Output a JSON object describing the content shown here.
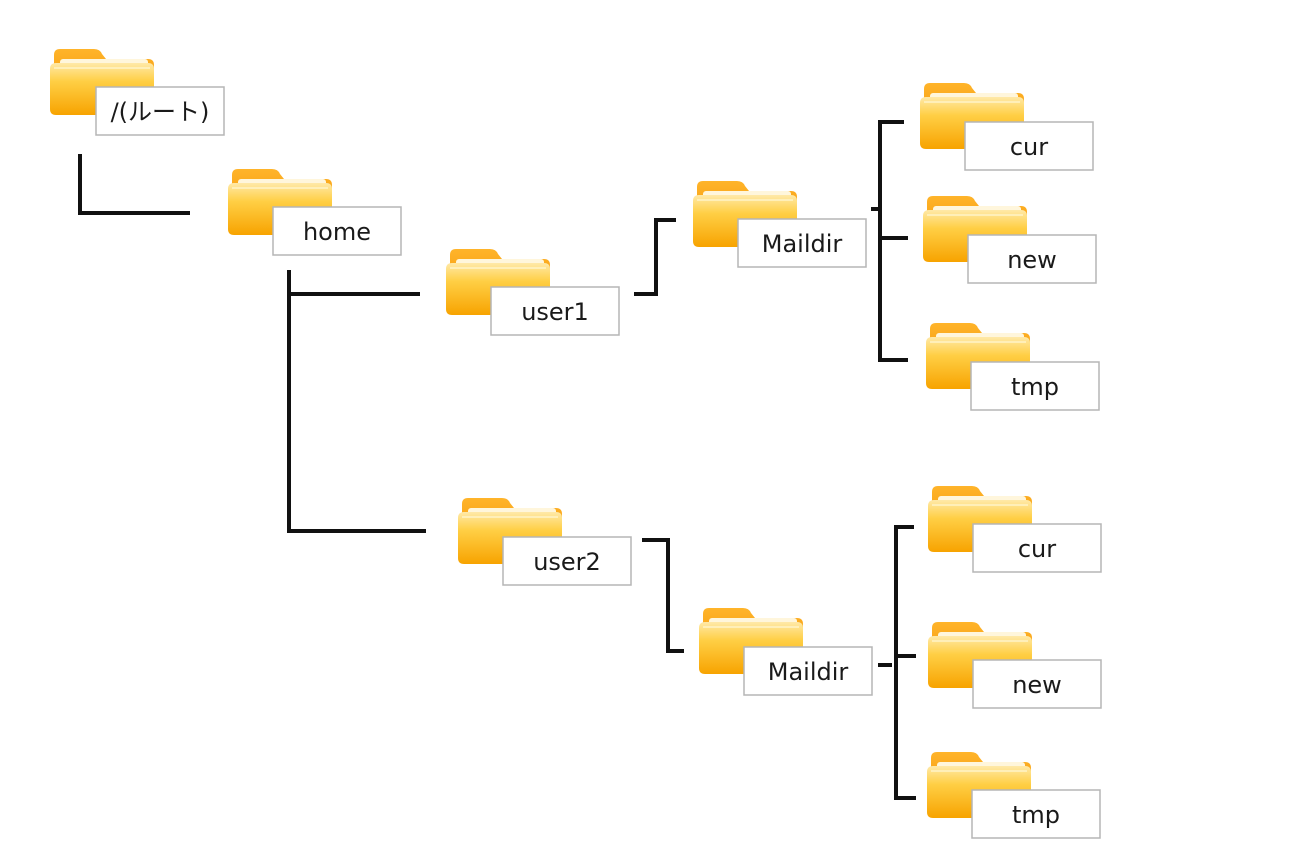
{
  "colors": {
    "folder_light": "#ffd35c",
    "folder_mid": "#ffc21a",
    "folder_dark": "#f49b00",
    "folder_tab": "#ff9e00",
    "connector": "#111111",
    "label_border": "#b5b5b5"
  },
  "tree": {
    "root": {
      "label": "/(ルート)",
      "icon": "folder-icon",
      "children": {
        "home": {
          "label": "home",
          "icon": "folder-icon",
          "children": {
            "user1": {
              "label": "user1",
              "icon": "folder-icon",
              "maildir": {
                "label": "Maildir",
                "icon": "folder-icon",
                "cur": {
                  "label": "cur",
                  "icon": "folder-icon"
                },
                "new": {
                  "label": "new",
                  "icon": "folder-icon"
                },
                "tmp": {
                  "label": "tmp",
                  "icon": "folder-icon"
                }
              }
            },
            "user2": {
              "label": "user2",
              "icon": "folder-icon",
              "maildir": {
                "label": "Maildir",
                "icon": "folder-icon",
                "cur": {
                  "label": "cur",
                  "icon": "folder-icon"
                },
                "new": {
                  "label": "new",
                  "icon": "folder-icon"
                },
                "tmp": {
                  "label": "tmp",
                  "icon": "folder-icon"
                }
              }
            }
          }
        }
      }
    }
  }
}
